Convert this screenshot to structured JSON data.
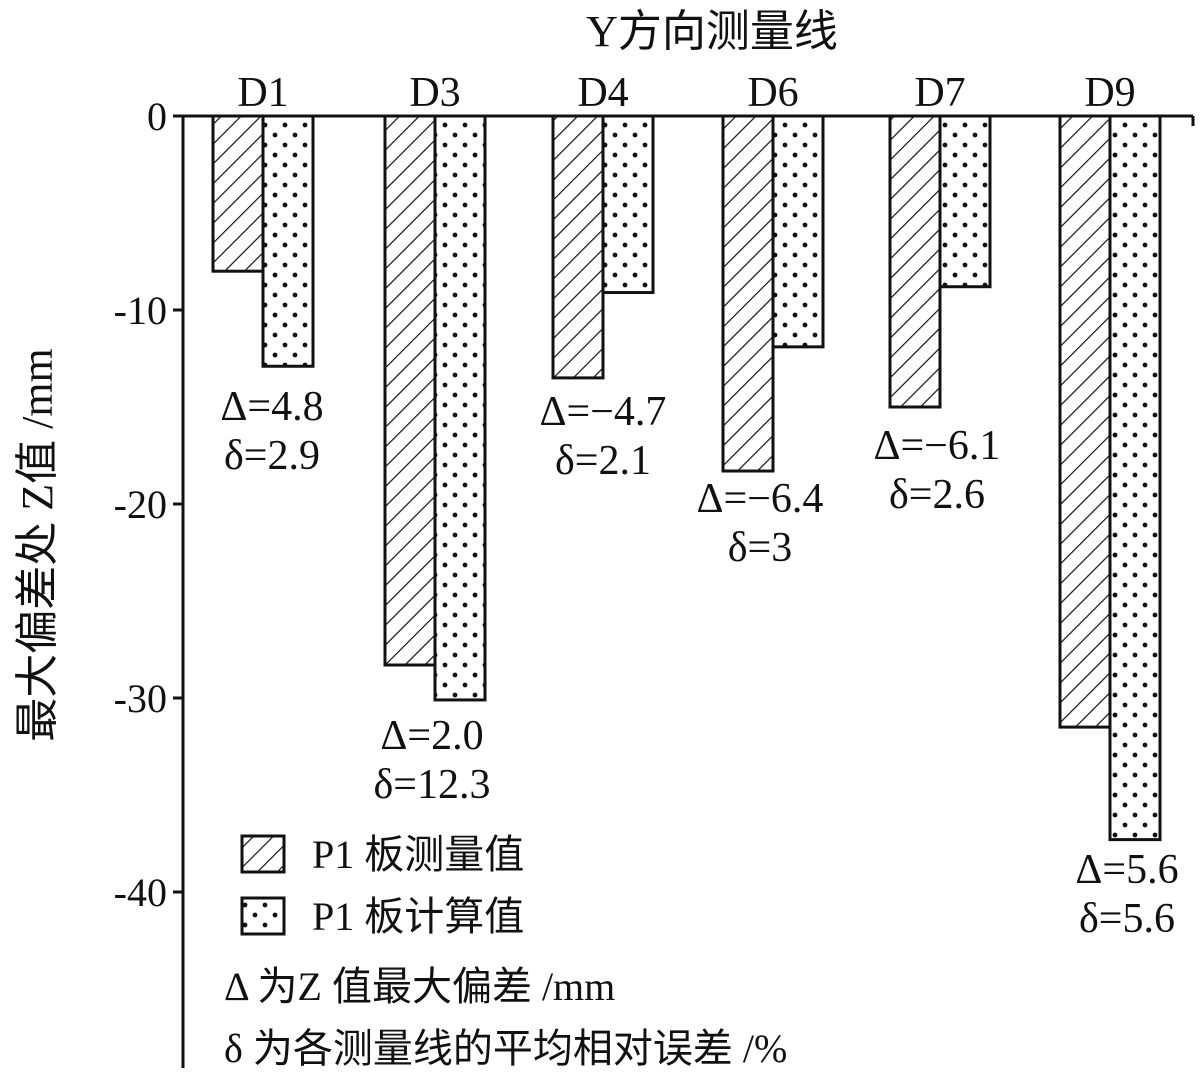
{
  "chart_data": {
    "type": "bar",
    "title": "Y方向测量线",
    "ylabel": "最大偏差处 Z值 /mm",
    "xlabel": "",
    "x_axis_position": "top",
    "categories": [
      "D1",
      "D3",
      "D4",
      "D6",
      "D7",
      "D9"
    ],
    "series": [
      {
        "name": "P1 板测量值",
        "pattern": "hatch",
        "values": [
          -8.0,
          -28.3,
          -13.5,
          -18.3,
          -15.0,
          -31.5
        ]
      },
      {
        "name": "P1 板计算值",
        "pattern": "dots",
        "values": [
          -12.9,
          -30.1,
          -9.1,
          -11.9,
          -8.8,
          -37.3
        ]
      }
    ],
    "y_ticks": [
      0,
      -10,
      -20,
      -30,
      -40
    ],
    "y_tick_labels": [
      "0",
      "-10",
      "-20",
      "-30",
      "-40"
    ],
    "ylim": [
      -49,
      0
    ],
    "grid": false,
    "annotations": [
      {
        "category": "D1",
        "delta_text": "Δ=4.8",
        "sigma_text": "δ=2.9"
      },
      {
        "category": "D3",
        "delta_text": "Δ=2.0",
        "sigma_text": "δ=12.3"
      },
      {
        "category": "D4",
        "delta_text": "Δ=−4.7",
        "sigma_text": "δ=2.1"
      },
      {
        "category": "D6",
        "delta_text": "Δ=−6.4",
        "sigma_text": "δ=3"
      },
      {
        "category": "D7",
        "delta_text": "Δ=−6.1",
        "sigma_text": "δ=2.6"
      },
      {
        "category": "D9",
        "delta_text": "Δ=5.6",
        "sigma_text": "δ=5.6"
      }
    ],
    "legend": {
      "placement": "bottom-left",
      "entries": [
        "P1 板测量值",
        "P1 板计算值"
      ],
      "notes": [
        "Δ 为Z 值最大偏差 /mm",
        "δ 为各测量线的平均相对误差 /%"
      ]
    }
  }
}
